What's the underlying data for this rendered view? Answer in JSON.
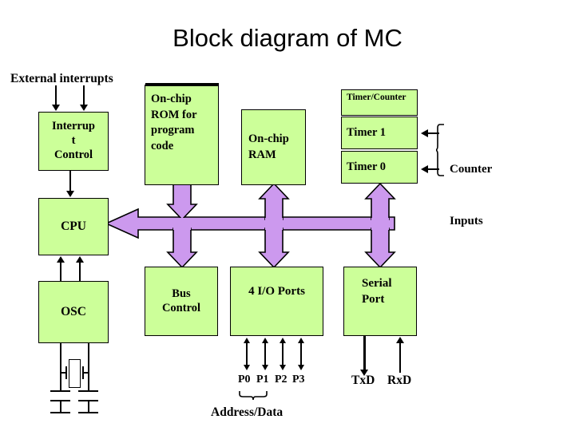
{
  "title": "Block diagram of MC",
  "colors": {
    "block_fill": "#CCFF99",
    "bus_fill": "#CC99EE",
    "stroke": "#000000",
    "background": "#FFFFFF"
  },
  "labels": {
    "external_interrupts": "External interrupts",
    "counter_inputs_line1": "Counter",
    "counter_inputs_line2": "Inputs",
    "port_p0": "P0",
    "port_p1": "P1",
    "port_p2": "P2",
    "port_p3": "P3",
    "address_data": "Address/Data",
    "txd": "TxD",
    "rxd": "RxD"
  },
  "blocks": {
    "interrupt_control": {
      "line1": "Interrup",
      "line2": "t",
      "line3": "Control"
    },
    "rom": {
      "line1": "On-chip",
      "line2": "ROM for",
      "line3": "program",
      "line4": "code"
    },
    "ram": {
      "line1": "On-chip",
      "line2": "RAM"
    },
    "timer_counter": {
      "header": "Timer/Counter",
      "timer1": "Timer 1",
      "timer0": "Timer 0"
    },
    "cpu": {
      "label": "CPU"
    },
    "osc": {
      "label": "OSC"
    },
    "bus_control": {
      "line1": "Bus",
      "line2": "Control"
    },
    "io_ports": {
      "label": "4 I/O Ports"
    },
    "serial_port": {
      "line1": "Serial",
      "line2": "Port"
    }
  }
}
